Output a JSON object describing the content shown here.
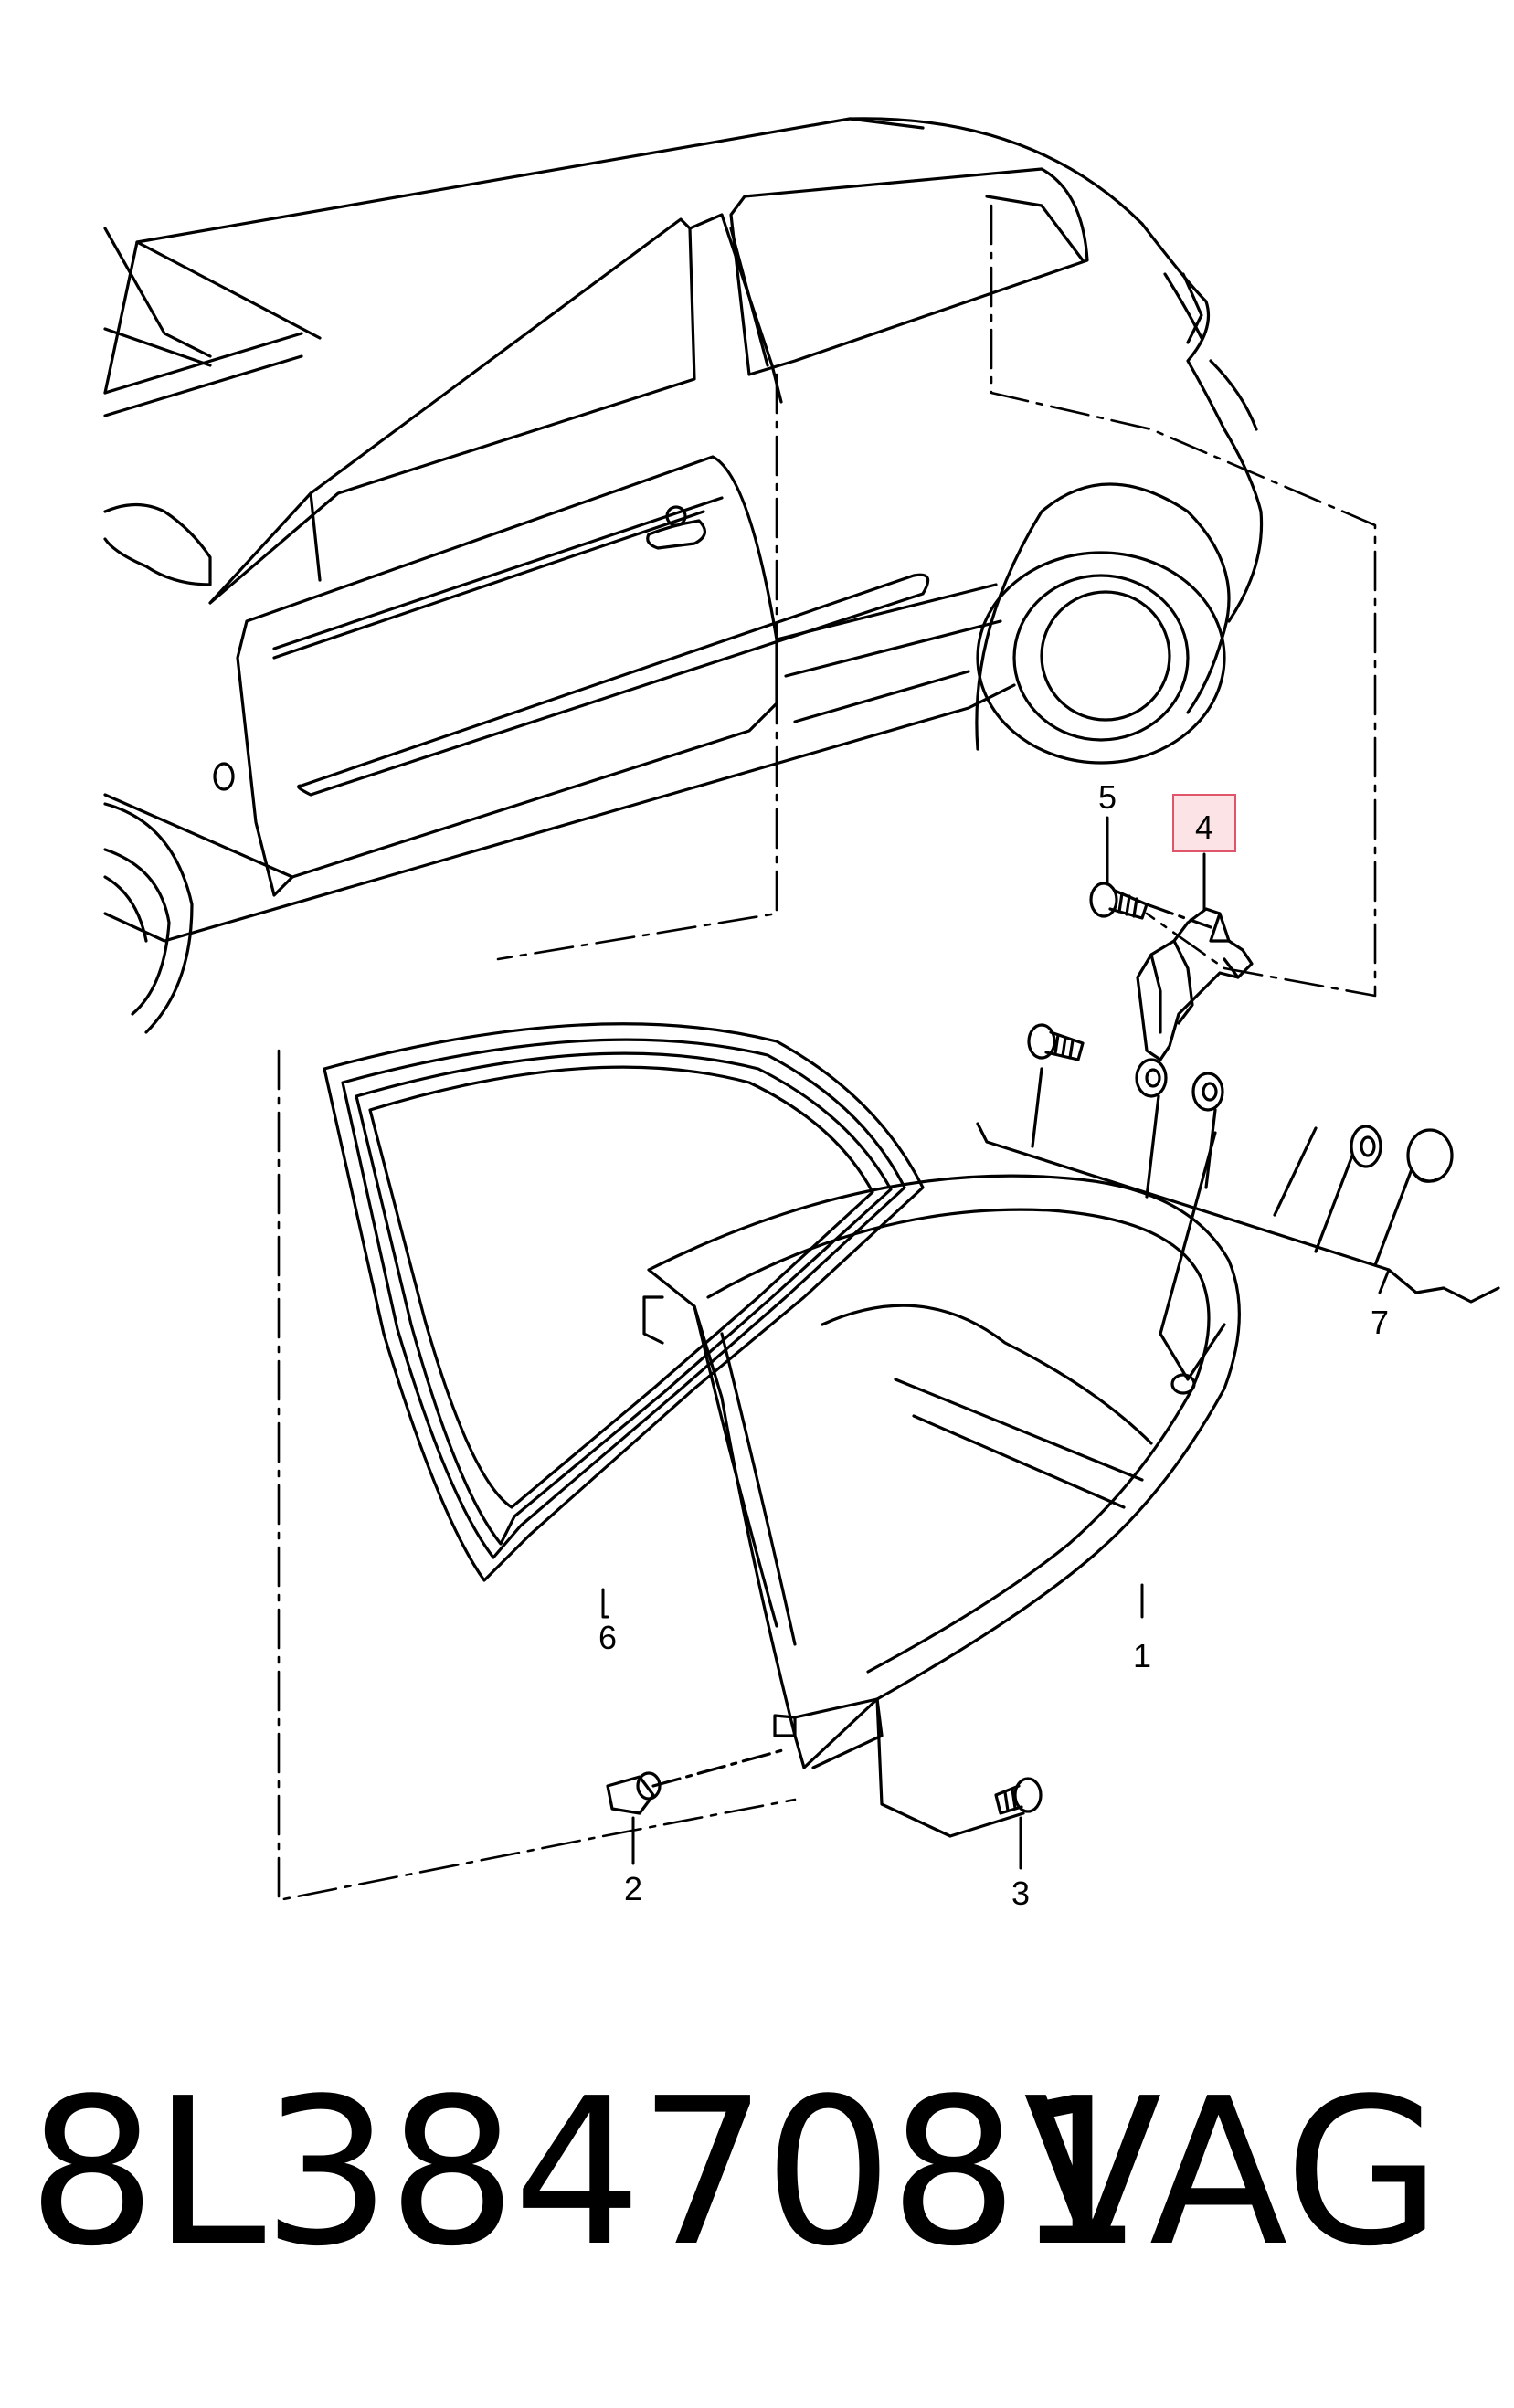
{
  "diagram": {
    "callouts": [
      {
        "id": "c1",
        "label": "1"
      },
      {
        "id": "c2",
        "label": "2"
      },
      {
        "id": "c3",
        "label": "3"
      },
      {
        "id": "c4",
        "label": "4",
        "highlighted": true
      },
      {
        "id": "c5",
        "label": "5"
      },
      {
        "id": "c6",
        "label": "6"
      },
      {
        "id": "c7",
        "label": "7"
      }
    ],
    "highlight_color": "#e0556a",
    "highlight_fill": "#fbe3e6",
    "line_color": "#000000"
  },
  "footer": {
    "part_number": "8L3847081",
    "brand": "VAG"
  }
}
